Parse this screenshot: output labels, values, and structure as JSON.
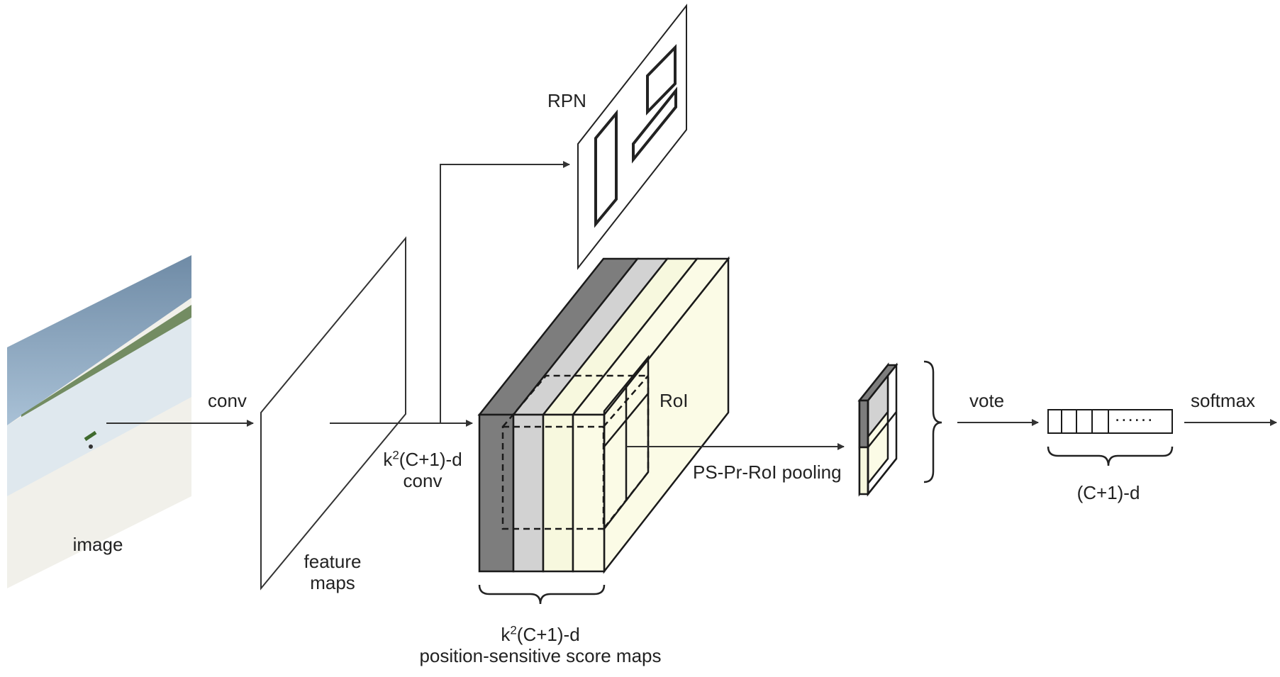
{
  "labels": {
    "image": "image",
    "conv": "conv",
    "feature_maps_line1": "feature",
    "feature_maps_line2": "maps",
    "k2_conv_k": "k",
    "k2_conv_sup": "2",
    "k2_conv_rest": "(C+1)-d",
    "k2_conv_line2": "conv",
    "rpn": "RPN",
    "roi": "RoI",
    "pooling": "PS-Pr-RoI pooling",
    "vote": "vote",
    "softmax": "softmax",
    "score_maps_k": "k",
    "score_maps_sup": "2",
    "score_maps_rest": "(C+1)-d",
    "score_maps_line2": "position-sensitive score maps",
    "vector_dim": "(C+1)-d",
    "vector_dots": "......"
  },
  "colors": {
    "stroke": "#1a1a1a",
    "dark_gray": "#808080",
    "light_gray": "#d4d4d4",
    "pale_yellow": "#f7f8de",
    "cream": "#fbfbe6",
    "sky": "#c8dcee",
    "sand": "#ecebe4"
  }
}
